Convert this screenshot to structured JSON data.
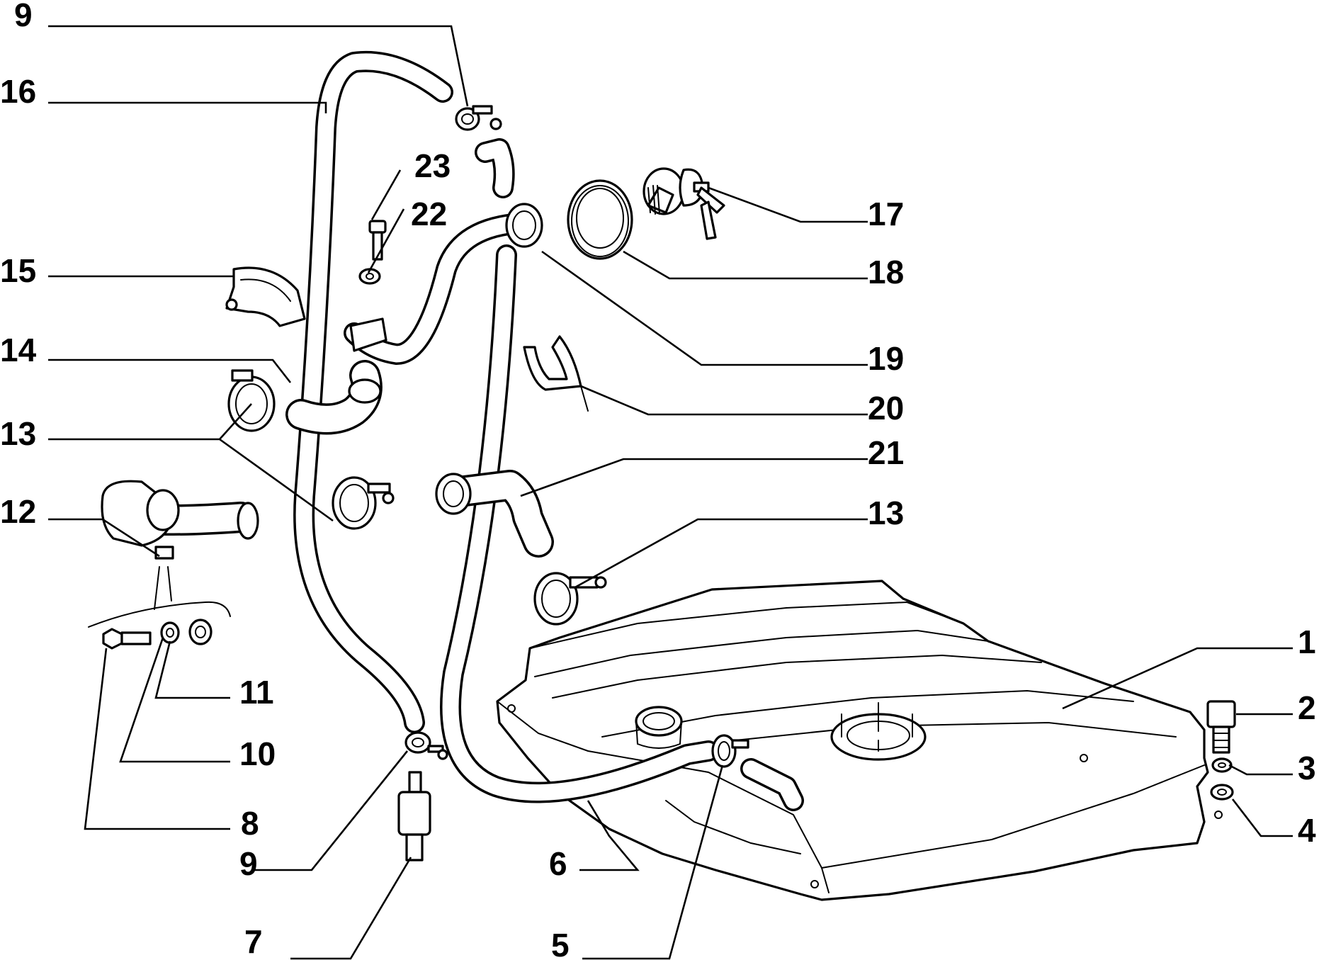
{
  "callouts": {
    "c1": "1",
    "c2": "2",
    "c3": "3",
    "c4": "4",
    "c5": "5",
    "c6": "6",
    "c7": "7",
    "c8": "8",
    "c9a": "9",
    "c9b": "9",
    "c10": "10",
    "c11": "11",
    "c12": "12",
    "c13a": "13",
    "c13b": "13",
    "c14": "14",
    "c15": "15",
    "c16": "16",
    "c17": "17",
    "c18": "18",
    "c19": "19",
    "c20": "20",
    "c21": "21",
    "c22": "22",
    "c23": "23"
  }
}
